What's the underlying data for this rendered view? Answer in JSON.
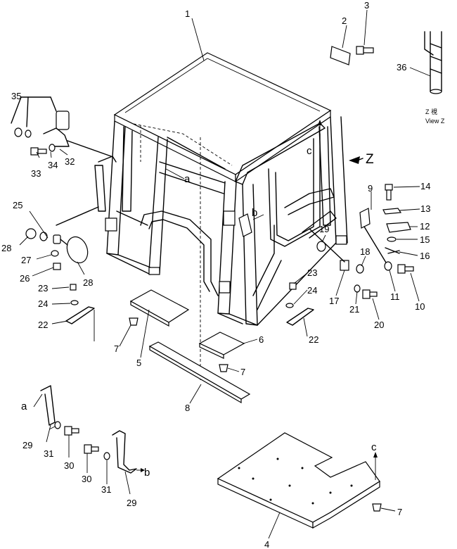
{
  "callouts": {
    "c1": "1",
    "c2": "2",
    "c3": "3",
    "c4": "4",
    "c5": "5",
    "c6": "6",
    "c7a": "7",
    "c7b": "7",
    "c7c": "7",
    "c8": "8",
    "c9": "9",
    "c10": "10",
    "c11": "11",
    "c12": "12",
    "c13": "13",
    "c14": "14",
    "c15": "15",
    "c16": "16",
    "c17": "17",
    "c18": "18",
    "c19": "19",
    "c20": "20",
    "c21": "21",
    "c22a": "22",
    "c22b": "22",
    "c23a": "23",
    "c23b": "23",
    "c24a": "24",
    "c24b": "24",
    "c25": "25",
    "c26": "26",
    "c27": "27",
    "c28a": "28",
    "c28b": "28",
    "c29a": "29",
    "c29b": "29",
    "c30a": "30",
    "c30b": "30",
    "c31a": "31",
    "c31b": "31",
    "c32": "32",
    "c33": "33",
    "c34": "34",
    "c35": "35",
    "c36": "36"
  },
  "letters": {
    "a1": "a",
    "a2": "a",
    "b1": "b",
    "b2": "b",
    "c_top": "c",
    "c_floor": "c",
    "z": "Z"
  },
  "view_label": {
    "line1": "Z   視",
    "line2": "View  Z"
  }
}
